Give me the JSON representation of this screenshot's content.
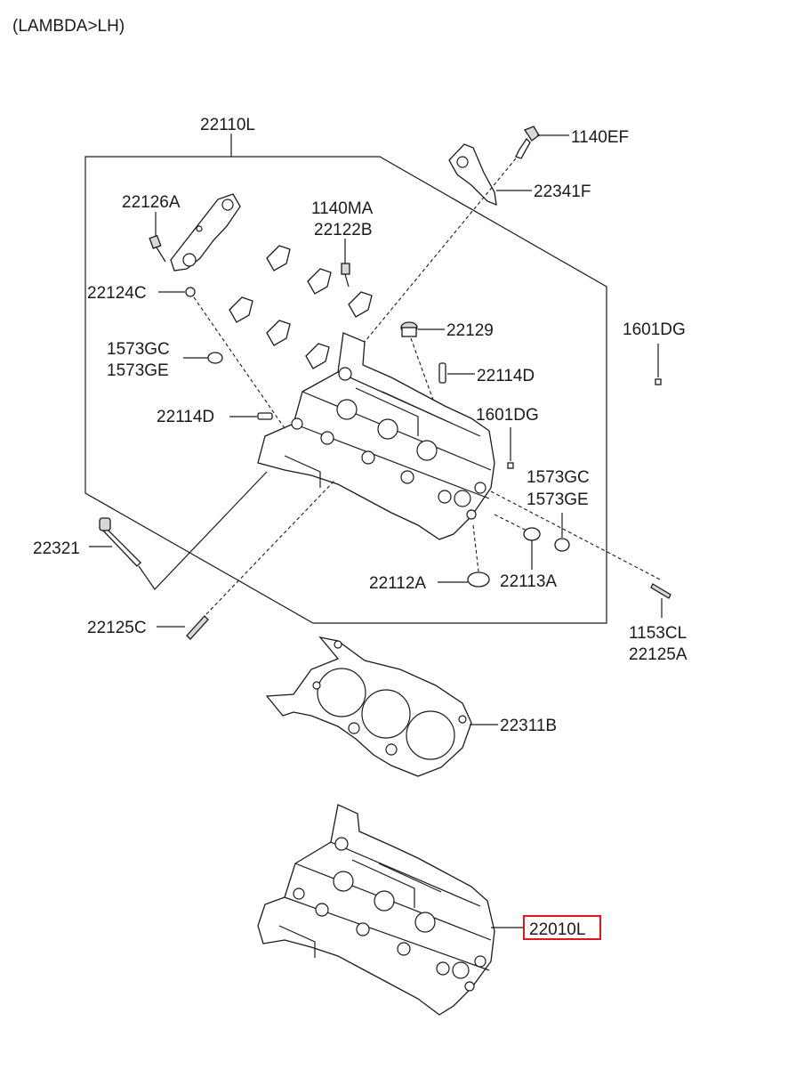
{
  "header": "(LAMBDA>LH)",
  "labels": {
    "l_22110L": "22110L",
    "l_1140EF": "1140EF",
    "l_22341F": "22341F",
    "l_22126A": "22126A",
    "l_1140MA": "1140MA",
    "l_22122B": "22122B",
    "l_22124C": "22124C",
    "l_1601DG_a": "1601DG",
    "l_22129": "22129",
    "l_1573GC_a": "1573GC",
    "l_1573GE_a": "1573GE",
    "l_22114D_a": "22114D",
    "l_22114D_b": "22114D",
    "l_1601DG_b": "1601DG",
    "l_1573GC_b": "1573GC",
    "l_1573GE_b": "1573GE",
    "l_22321": "22321",
    "l_22112A": "22112A",
    "l_22113A": "22113A",
    "l_22125C": "22125C",
    "l_1153CL": "1153CL",
    "l_22125A": "22125A",
    "l_22311B": "22311B",
    "l_22010L": "22010L"
  },
  "highlight_color": "#e0161c"
}
